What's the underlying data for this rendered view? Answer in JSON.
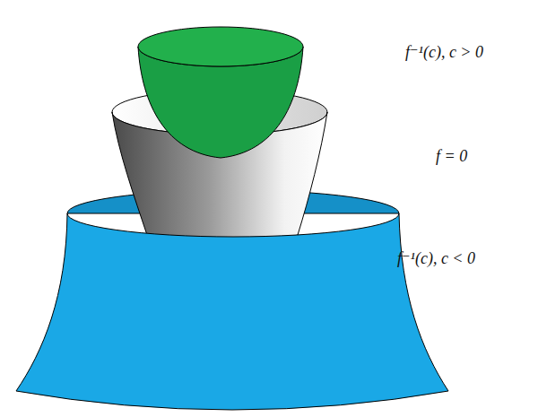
{
  "diagram": {
    "labels": [
      "f⁻¹(c),  c > 0",
      "f = 0",
      "f⁻¹(c),  c < 0"
    ]
  }
}
